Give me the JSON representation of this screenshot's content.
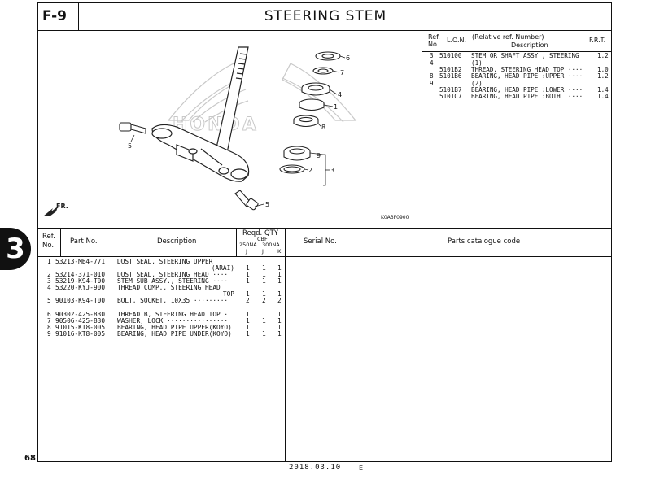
{
  "header": {
    "figure_code": "F-9",
    "title": "STEERING STEM"
  },
  "section_tab": "3",
  "page_number": "68",
  "footer": {
    "date": "2018.03.10",
    "edition": "E"
  },
  "illustration": {
    "code": "K0A3F0900",
    "watermark": "HONDA",
    "direction_label": "FR.",
    "callouts": [
      "6",
      "7",
      "4",
      "1",
      "8",
      "5",
      "9",
      "2",
      "3",
      "5"
    ]
  },
  "ref_table": {
    "headers": {
      "ref": "Ref.",
      "no": "No.",
      "lon": "L.O.N.",
      "rel": "(Relative ref. Number)",
      "desc": "Description",
      "frt": "F.R.T."
    },
    "rows": [
      {
        "ref": "3\n4",
        "lon": "510100",
        "desc": "STEM OR SHAFT ASSY., STEERING\n(1)",
        "frt": "1.2"
      },
      {
        "ref": "",
        "lon": "5101B2",
        "desc": "THREAD, STEERING HEAD TOP ····",
        "frt": "1.0"
      },
      {
        "ref": "8\n9",
        "lon": "5101B6",
        "desc": "BEARING, HEAD PIPE :UPPER ····\n(2)",
        "frt": "1.2"
      },
      {
        "ref": "",
        "lon": "5101B7",
        "desc": "BEARING, HEAD PIPE :LOWER ····",
        "frt": "1.4"
      },
      {
        "ref": "",
        "lon": "5101C7",
        "desc": "BEARING, HEAD PIPE :BOTH ·····",
        "frt": "1.4"
      }
    ]
  },
  "parts_table": {
    "headers": {
      "ref": "Ref.",
      "no": "No.",
      "part_no": "Part No.",
      "description": "Description",
      "reqd_qty": "Reqd. QTY",
      "cbf": "CBF",
      "v250": "250NA",
      "v300": "300NA",
      "j1": "J",
      "j2": "J",
      "k": "K",
      "serial": "Serial No.",
      "catalogue": "Parts catalogue code"
    },
    "rows": [
      {
        "ref": "1",
        "part_no": "53213-MB4-771",
        "description": "DUST SEAL, STEERING UPPER",
        "qty": [
          "",
          "",
          ""
        ]
      },
      {
        "ref": "",
        "part_no": "",
        "description": "(ARAI)",
        "qty": [
          "1",
          "1",
          "1"
        ]
      },
      {
        "ref": "2",
        "part_no": "53214-371-010",
        "description": "DUST SEAL, STEERING HEAD ····",
        "qty": [
          "1",
          "1",
          "1"
        ]
      },
      {
        "ref": "3",
        "part_no": "53219-K94-T00",
        "description": "STEM SUB ASSY., STEERING ····",
        "qty": [
          "1",
          "1",
          "1"
        ]
      },
      {
        "ref": "4",
        "part_no": "53220-KYJ-900",
        "description": "THREAD COMP., STEERING HEAD",
        "qty": [
          "",
          "",
          ""
        ]
      },
      {
        "ref": "",
        "part_no": "",
        "description": "TOP",
        "qty": [
          "1",
          "1",
          "1"
        ]
      },
      {
        "ref": "5",
        "part_no": "90103-K94-T00",
        "description": "BOLT, SOCKET, 10X35 ·········",
        "qty": [
          "2",
          "2",
          "2"
        ]
      },
      {
        "ref": "6",
        "part_no": "90302-425-830",
        "description": "THREAD B, STEERING HEAD TOP ·",
        "qty": [
          "1",
          "1",
          "1"
        ]
      },
      {
        "ref": "7",
        "part_no": "90506-425-830",
        "description": "WASHER, LOCK ················",
        "qty": [
          "1",
          "1",
          "1"
        ]
      },
      {
        "ref": "8",
        "part_no": "91015-KT8-005",
        "description": "BEARING, HEAD PIPE UPPER(KOYO)",
        "qty": [
          "1",
          "1",
          "1"
        ]
      },
      {
        "ref": "9",
        "part_no": "91016-KT8-005",
        "description": "BEARING, HEAD PIPE UNDER(KOYO)",
        "qty": [
          "1",
          "1",
          "1"
        ]
      }
    ]
  }
}
